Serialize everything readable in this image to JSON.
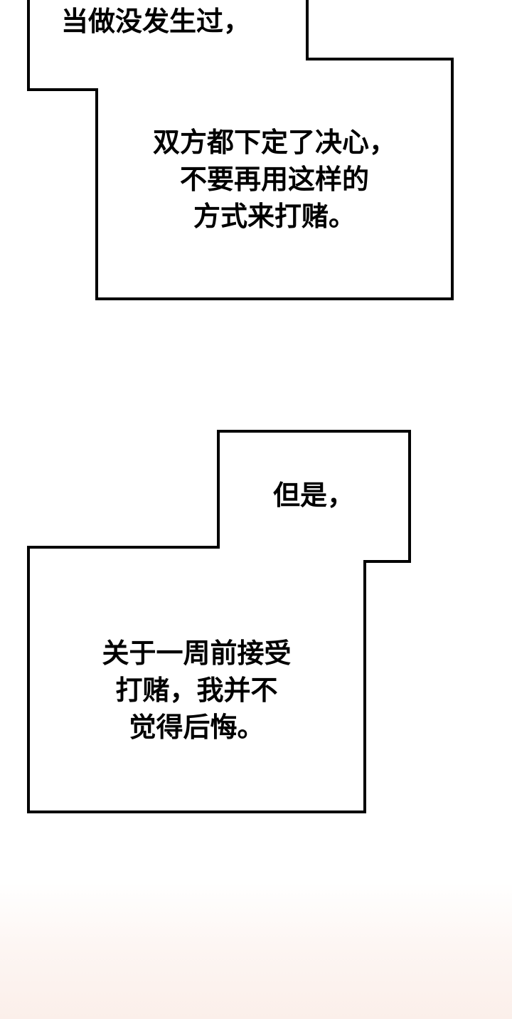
{
  "boxes": [
    {
      "lines": [
        "当做没发生过，"
      ]
    },
    {
      "lines": [
        "双方都下定了决心，",
        "不要再用这样的",
        "方式来打赌。"
      ]
    },
    {
      "lines": [
        "但是，"
      ]
    },
    {
      "lines": [
        "关于一周前接受",
        "打赌，我并不",
        "觉得后悔。"
      ]
    }
  ]
}
